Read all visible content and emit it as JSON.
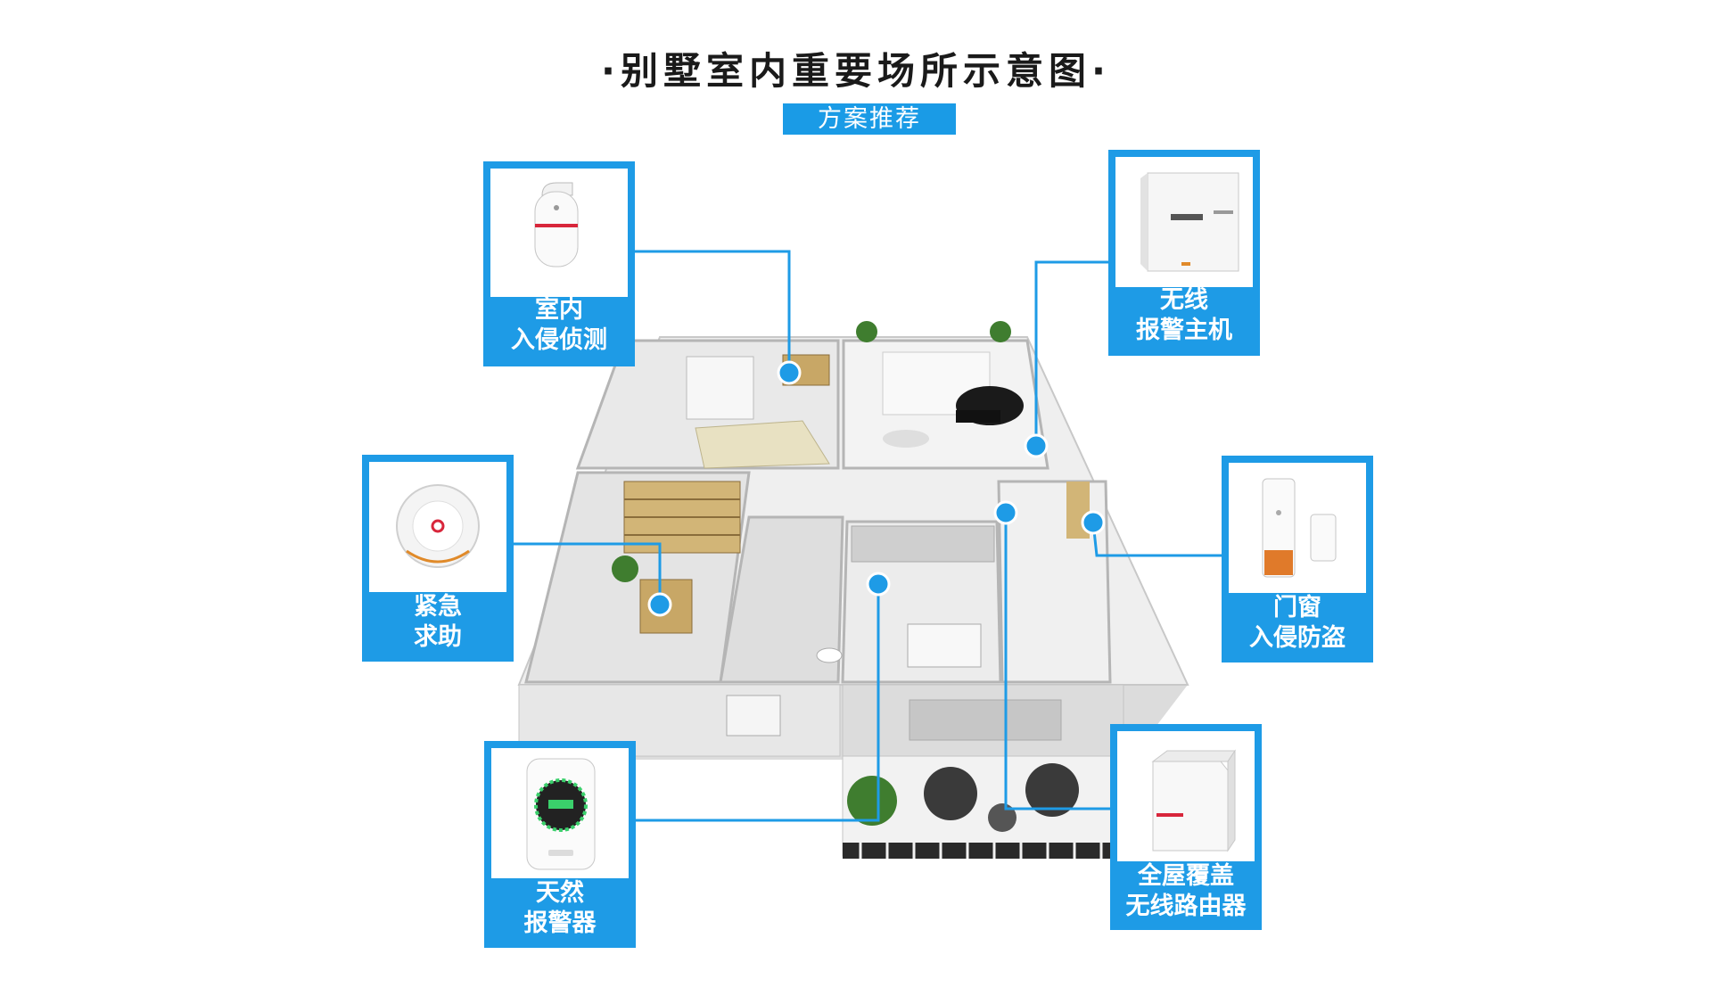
{
  "title": "·别墅室内重要场所示意图·",
  "subtitle": "方案推荐",
  "colors": {
    "accent": "#1e9be6",
    "wall": "#d9d9d9",
    "floor": "#e6e6e6"
  },
  "devices": [
    {
      "id": "pir",
      "icon": "pir-detector-icon",
      "line1": "室内",
      "line2": "入侵侦测"
    },
    {
      "id": "host",
      "icon": "alarm-host-icon",
      "line1": "无线",
      "line2": "报警主机"
    },
    {
      "id": "sos",
      "icon": "emergency-button-icon",
      "line1": "紧急",
      "line2": "求助"
    },
    {
      "id": "door",
      "icon": "door-sensor-icon",
      "line1": "门窗",
      "line2": "入侵防盗"
    },
    {
      "id": "gas",
      "icon": "gas-detector-icon",
      "line1": "天然",
      "line2": "报警器"
    },
    {
      "id": "router",
      "icon": "router-icon",
      "line1": "全屋覆盖",
      "line2": "无线路由器"
    }
  ]
}
